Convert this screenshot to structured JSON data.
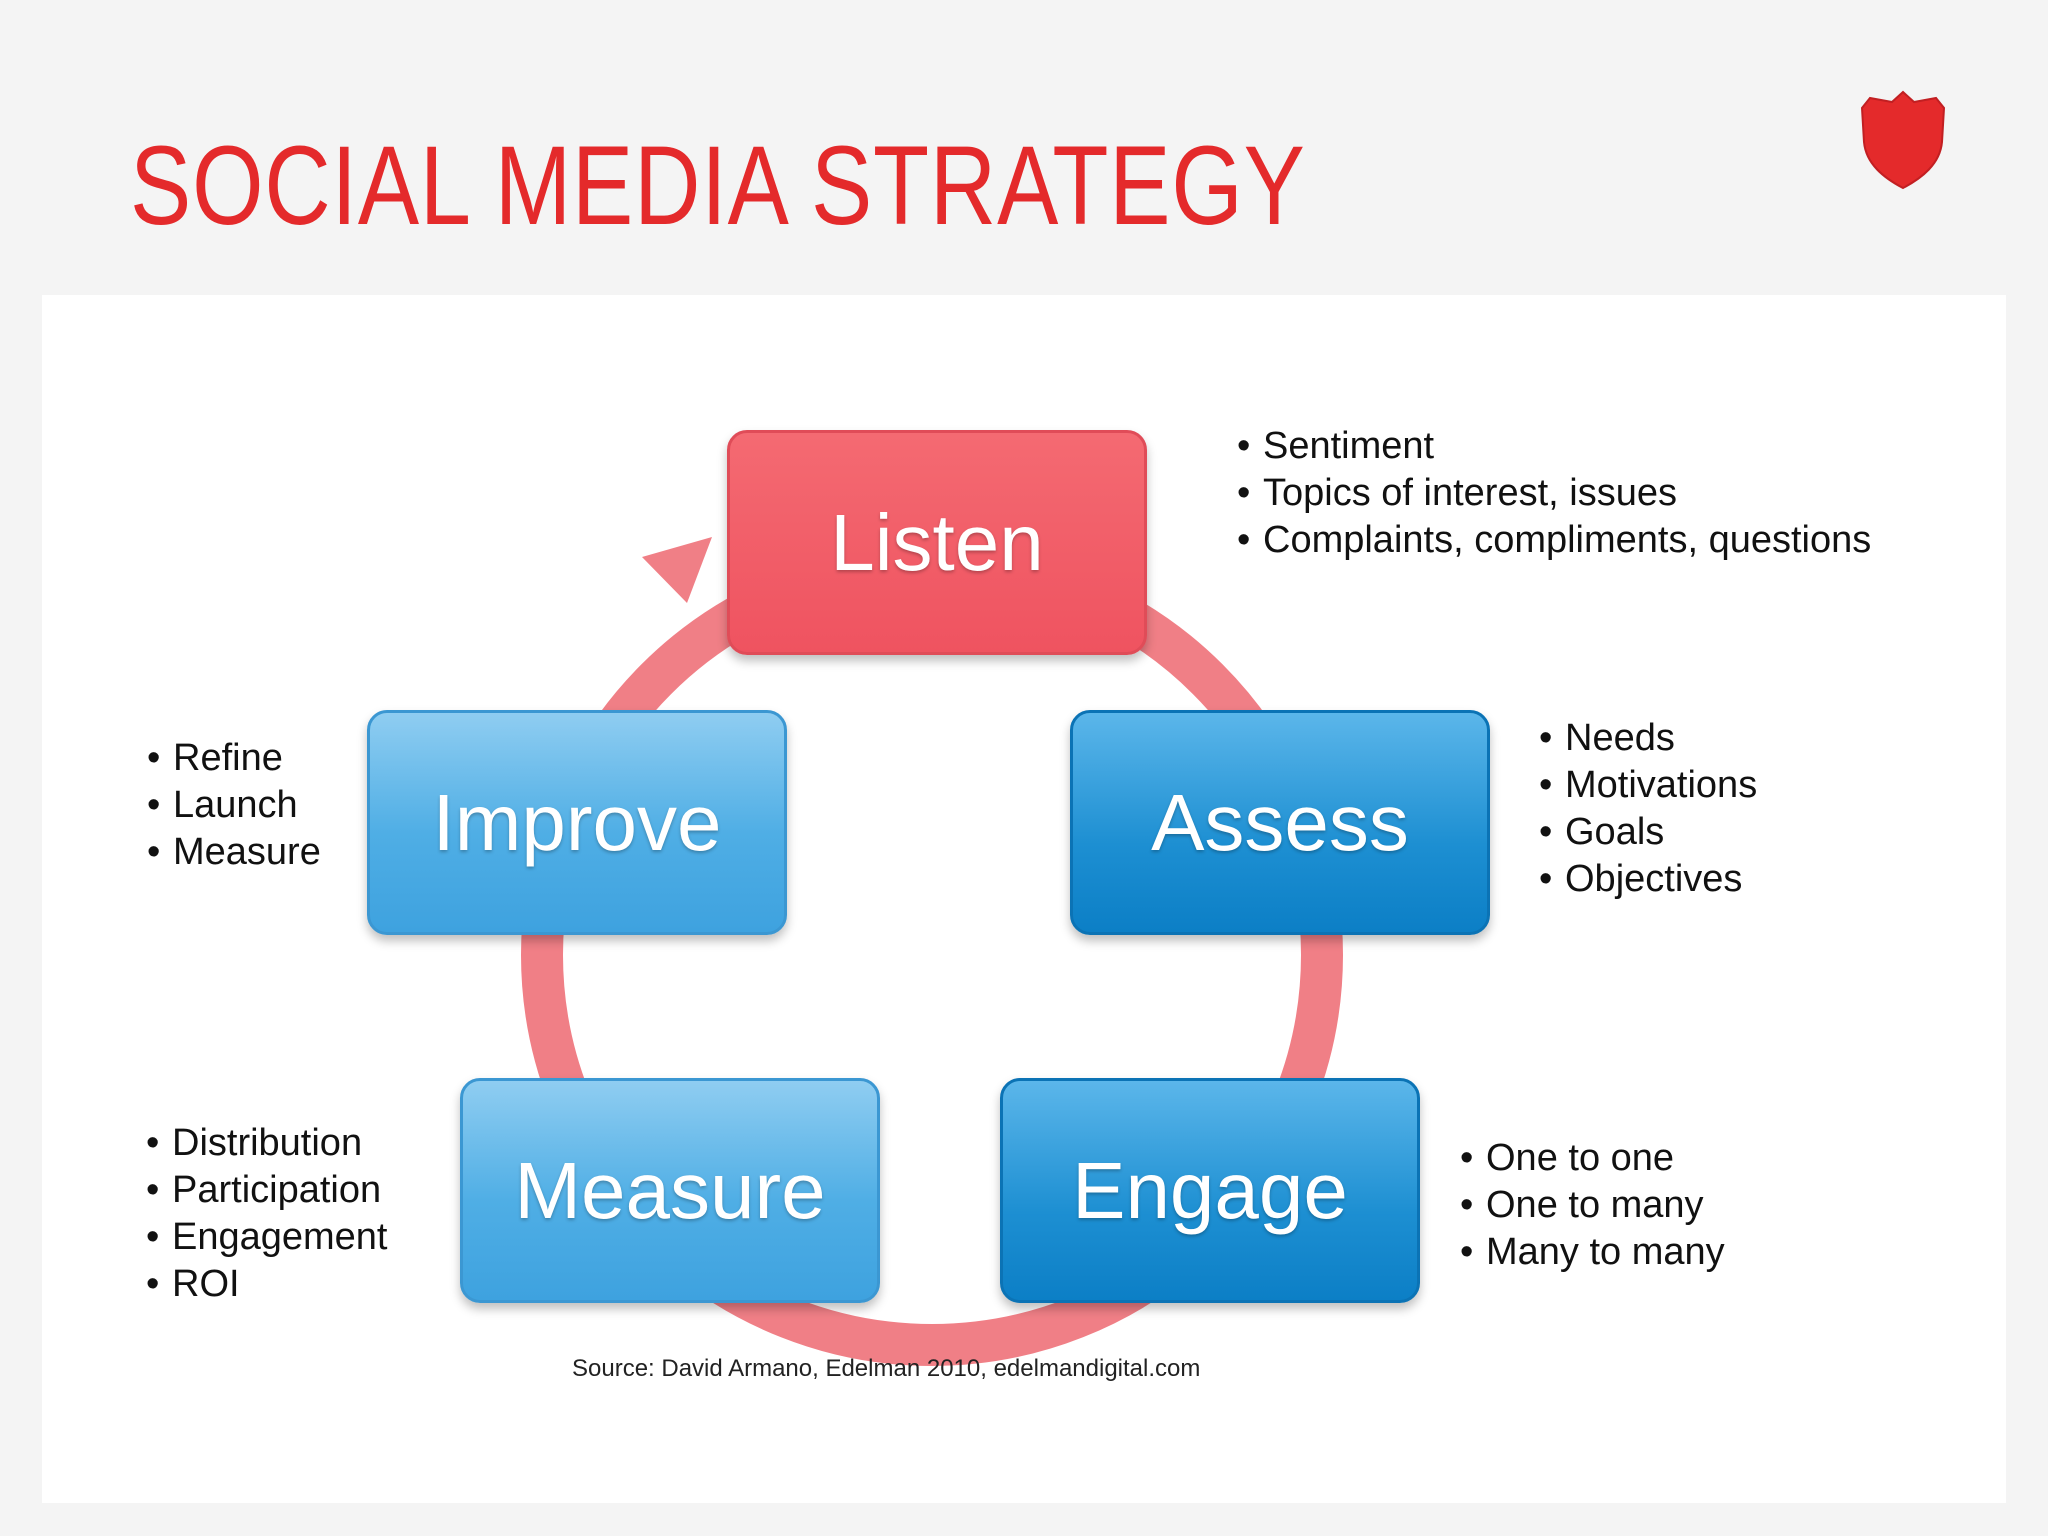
{
  "slide": {
    "title": "SOCIAL MEDIA STRATEGY",
    "logo_icon": "shield-icon",
    "accent_color": "#e42a2b"
  },
  "diagram": {
    "cycle_color": "#f07f86",
    "steps": [
      {
        "label": "Listen",
        "color": "red",
        "bullets": [
          "Sentiment",
          "Topics of interest, issues",
          "Complaints, compliments, questions"
        ]
      },
      {
        "label": "Assess",
        "color": "blue",
        "bullets": [
          "Needs",
          "Motivations",
          "Goals",
          "Objectives"
        ]
      },
      {
        "label": "Engage",
        "color": "blue",
        "bullets": [
          "One to one",
          "One to many",
          "Many to many"
        ]
      },
      {
        "label": "Measure",
        "color": "blue",
        "bullets": [
          "Distribution",
          "Participation",
          "Engagement",
          "ROI"
        ]
      },
      {
        "label": "Improve",
        "color": "blue",
        "bullets": [
          "Refine",
          "Launch",
          "Measure"
        ]
      }
    ],
    "source": "Source: David Armano, Edelman 2010, edelmandigital.com"
  }
}
